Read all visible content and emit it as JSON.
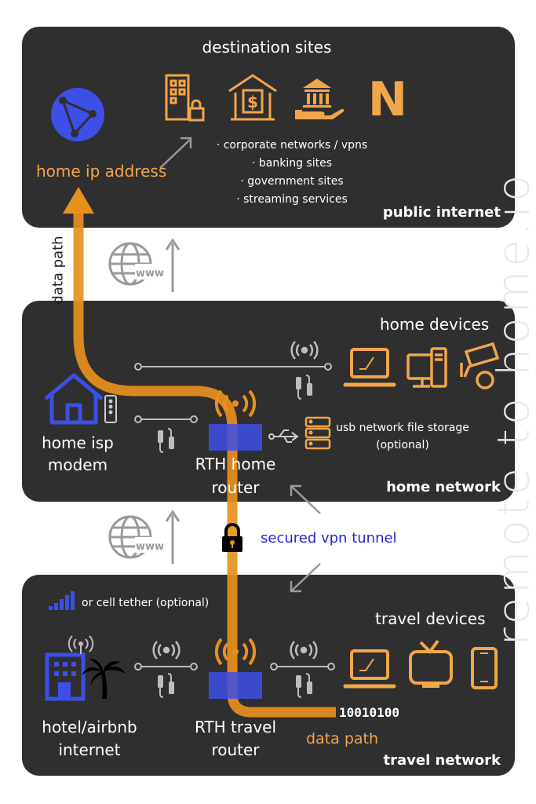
{
  "watermark": "remote to home.io",
  "internet": {
    "title": "destination sites",
    "home_ip": "home ip address",
    "sites": [
      "· corporate networks / vpns",
      "· banking sites",
      "· government sites",
      "· streaming services"
    ],
    "label": "public internet"
  },
  "home": {
    "title": "home devices",
    "modem": [
      "home isp",
      "modem"
    ],
    "router": [
      "RTH home",
      "router"
    ],
    "usb": [
      "usb network file storage",
      "(optional)"
    ],
    "label": "home network"
  },
  "travel": {
    "tether": "or cell tether (optional)",
    "title": "travel devices",
    "hotel": [
      "hotel/airbnb",
      "internet"
    ],
    "router": [
      "RTH travel",
      "router"
    ],
    "binary": "10010100",
    "label": "travel network"
  },
  "path": {
    "data_path_vertical": "data path",
    "data_path_bottom": "data path",
    "vpn": "secured vpn tunnel"
  },
  "icons": {
    "www": "www",
    "netflix": "N"
  },
  "colors": {
    "panel": "#2f2f30",
    "accent": "#f2a64a",
    "path": "#e8901e",
    "blue": "#3d4fe6",
    "vpn_text": "#2424d6"
  }
}
